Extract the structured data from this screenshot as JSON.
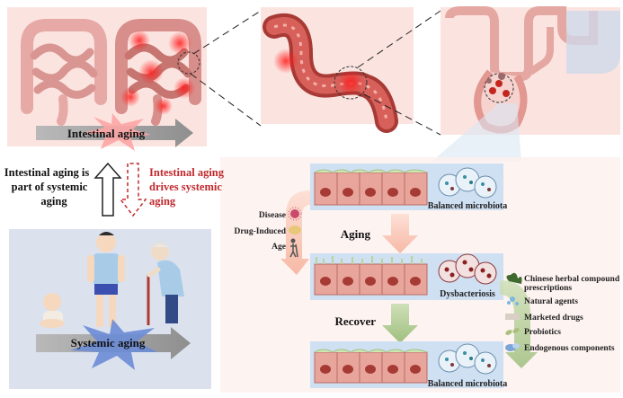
{
  "intestinal_aging_label": "Intestinal aging",
  "up_arrow_text": [
    "Intestinal aging is",
    "part of systemic",
    "aging"
  ],
  "down_arrow_text": [
    "Intestinal aging",
    "drives systemic",
    "aging"
  ],
  "systemic_aging_label": "Systemic aging",
  "factors": [
    "Disease",
    "Drug-Induced",
    "Age"
  ],
  "aging_label": "Aging",
  "recover_label": "Recover",
  "top_microbiota_label": "Balanced microbiota",
  "mid_microbiota_label": "Dysbacteriosis",
  "bottom_microbiota_label": "Balanced microbiota",
  "treatments": [
    "Chinese herbal compound",
    "prescriptions",
    "Natural agents",
    "Marketed drugs",
    "Probiotics",
    "Endogenous components"
  ],
  "colors": {
    "accent_red": "#c0282c",
    "panel_pink": "#fbe4e0",
    "panel_blue": "#dbe7f3",
    "tissue_red": "#c85a50"
  }
}
